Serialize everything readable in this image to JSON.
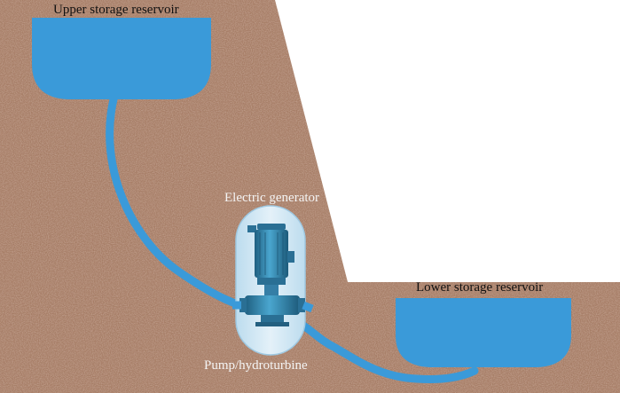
{
  "labels": {
    "upper_reservoir": "Upper storage reservoir",
    "lower_reservoir": "Lower storage reservoir",
    "generator": "Electric generator",
    "pump": "Pump/hydroturbine"
  },
  "colors": {
    "ground": "#a67d66",
    "water": "#3a9ad9",
    "pipe": "#3a9ad9",
    "capsule_fill": "#cfe5f3",
    "machine_body": "#2f7fa6",
    "sky": "#ffffff"
  }
}
